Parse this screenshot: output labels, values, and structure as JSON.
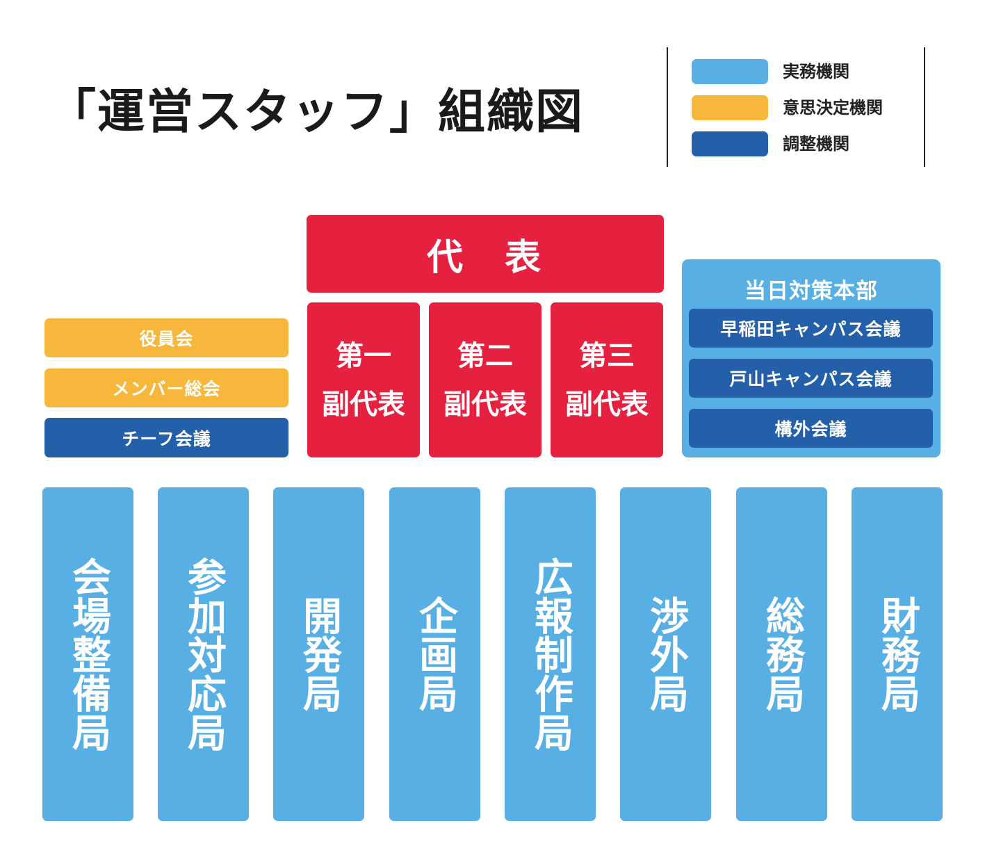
{
  "title": "「運営スタッフ」組織図",
  "legend": [
    {
      "label": "実務機関",
      "color": "#58afe3"
    },
    {
      "label": "意思決定機関",
      "color": "#f6b73c"
    },
    {
      "label": "調整機関",
      "color": "#2460aa"
    }
  ],
  "representative": "代　表",
  "vice_representatives": [
    {
      "line1": "第一",
      "line2": "副代表"
    },
    {
      "line1": "第二",
      "line2": "副代表"
    },
    {
      "line1": "第三",
      "line2": "副代表"
    }
  ],
  "left_bodies": [
    {
      "label": "役員会",
      "color": "#f6b73c"
    },
    {
      "label": "メンバー総会",
      "color": "#f6b73c"
    },
    {
      "label": "チーフ会議",
      "color": "#2460aa"
    }
  ],
  "hq": {
    "title": "当日対策本部",
    "items": [
      "早稲田キャンパス会議",
      "戸山キャンパス会議",
      "構外会議"
    ]
  },
  "bureaus": [
    "会場整備局",
    "参加対応局",
    "開発局",
    "企画局",
    "広報制作局",
    "渉外局",
    "総務局",
    "財務局"
  ]
}
